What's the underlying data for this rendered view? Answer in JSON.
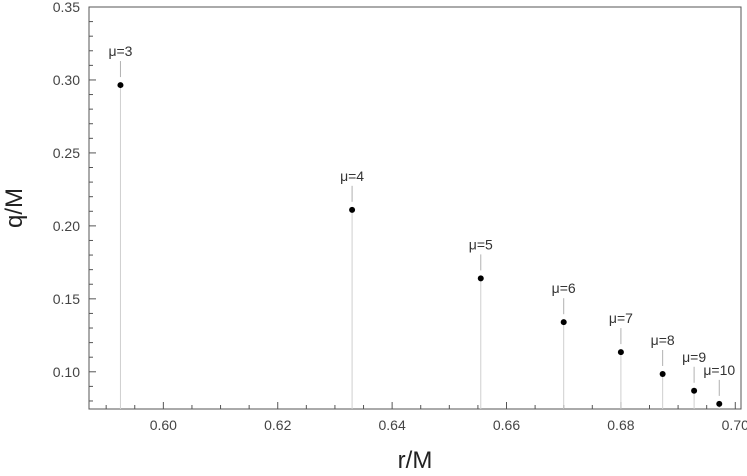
{
  "chart_data": {
    "type": "scatter",
    "title": "",
    "xlabel": "r/M",
    "ylabel": "q/M",
    "xlim": [
      0.587,
      0.701
    ],
    "ylim": [
      0.0745,
      0.35
    ],
    "xticks": [
      "0.60",
      "0.62",
      "0.64",
      "0.66",
      "0.68",
      "0.70"
    ],
    "yticks": [
      "0.10",
      "0.15",
      "0.20",
      "0.25",
      "0.30",
      "0.35"
    ],
    "grid": false,
    "marker_color": "#000000",
    "stem_color": "#cfcfcf",
    "points": [
      {
        "label": "μ=3",
        "x": 0.5925,
        "y": 0.2965
      },
      {
        "label": "μ=4",
        "x": 0.633,
        "y": 0.211
      },
      {
        "label": "μ=5",
        "x": 0.6555,
        "y": 0.164
      },
      {
        "label": "μ=6",
        "x": 0.67,
        "y": 0.134
      },
      {
        "label": "μ=7",
        "x": 0.68,
        "y": 0.1135
      },
      {
        "label": "μ=8",
        "x": 0.6873,
        "y": 0.0985
      },
      {
        "label": "μ=9",
        "x": 0.6928,
        "y": 0.087
      },
      {
        "label": "μ=10",
        "x": 0.6972,
        "y": 0.078
      }
    ]
  }
}
